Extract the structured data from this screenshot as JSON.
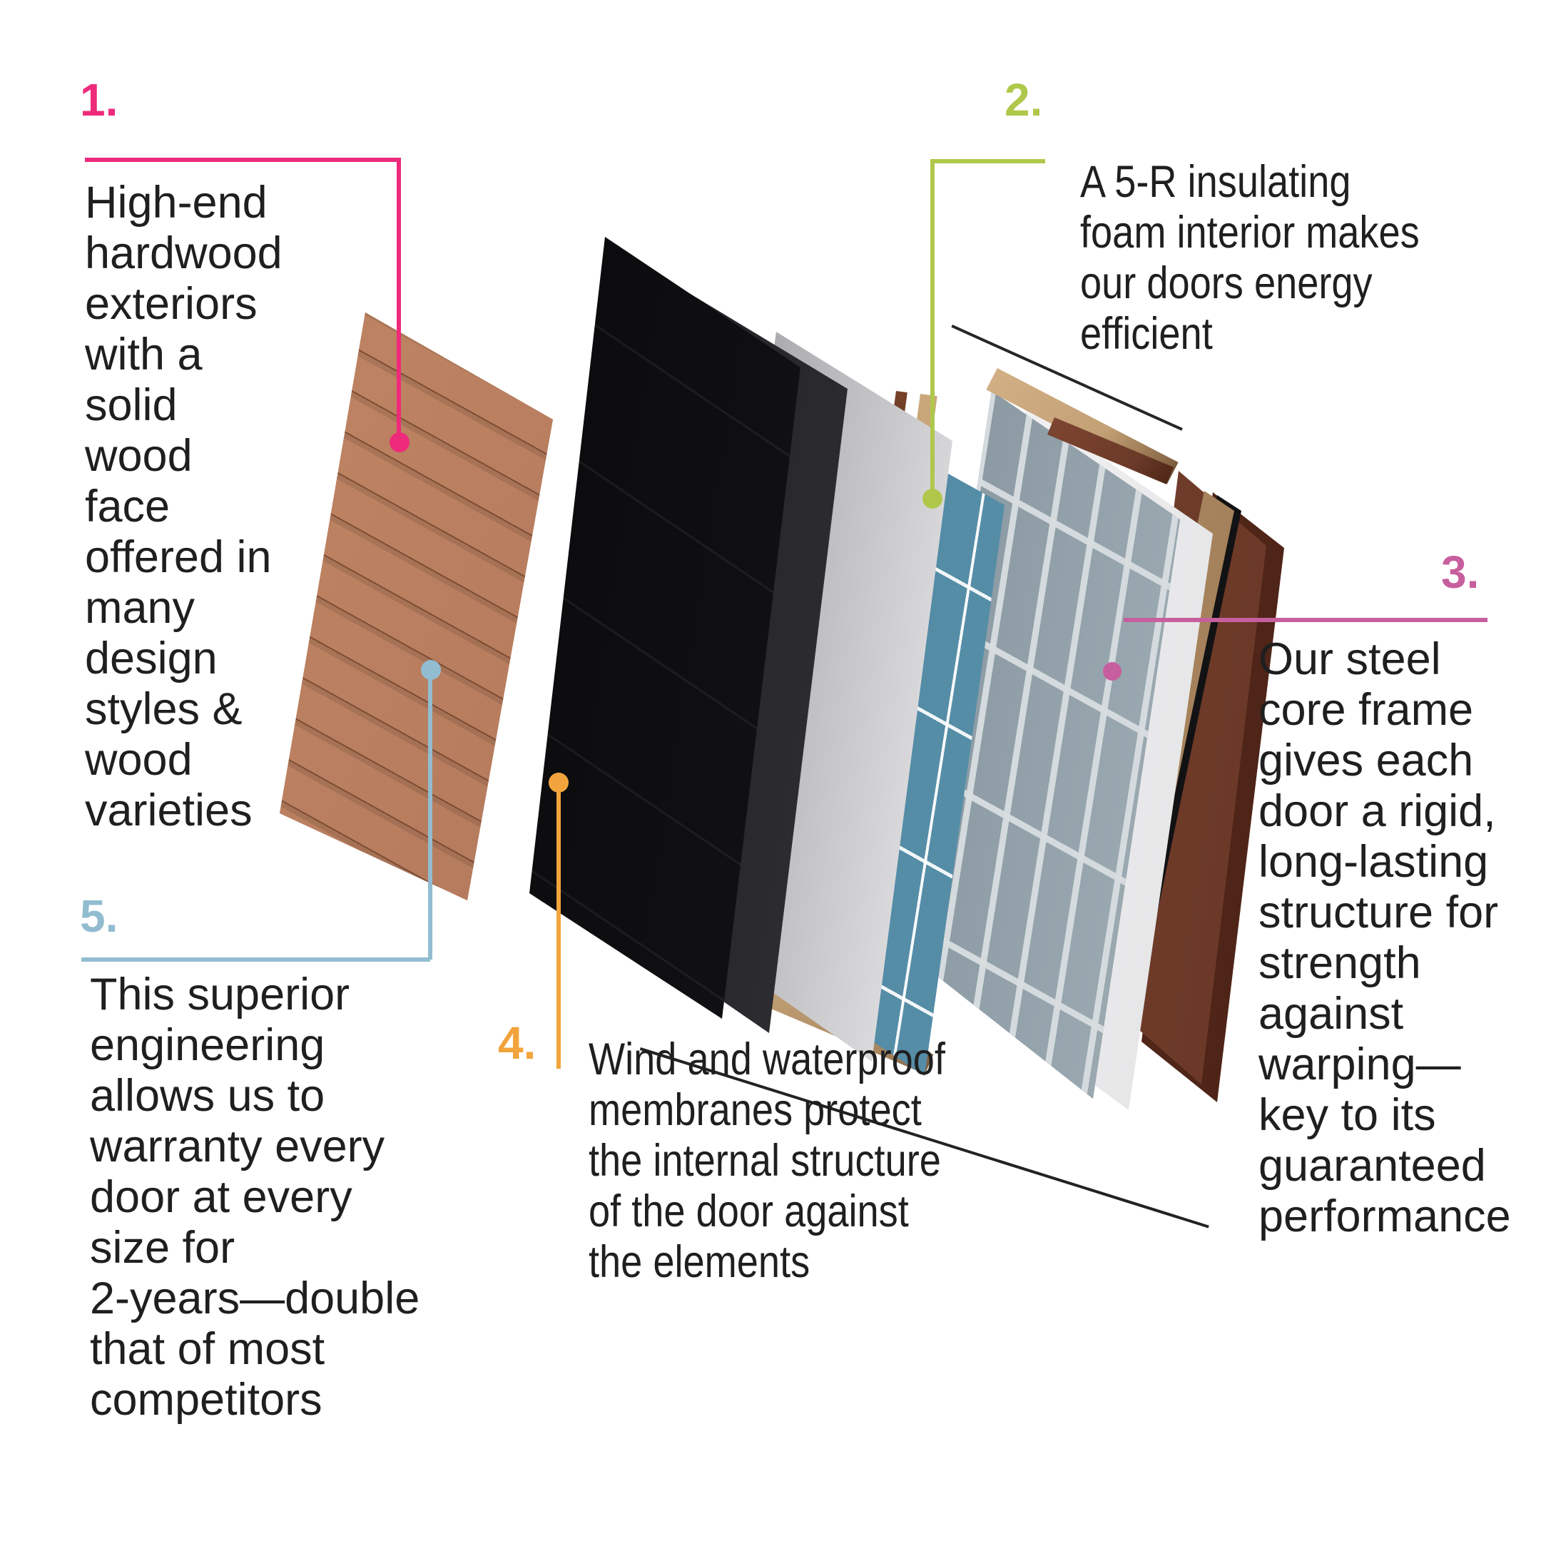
{
  "title_implicit": "Door construction exploded diagram",
  "annotations": [
    {
      "number": "1.",
      "color": "#ee2b7b",
      "text": "High-end\nhardwood\nexteriors\nwith a\nsolid\nwood\nface\noffered in\nmany\ndesign\nstyles &\nwood\nvarieties"
    },
    {
      "number": "2.",
      "color": "#afc84b",
      "text": "A 5-R insulating\nfoam interior makes\nour doors energy\nefficient"
    },
    {
      "number": "3.",
      "color": "#c75f9e",
      "text": "Our steel\ncore frame\ngives each\ndoor a rigid,\nlong-lasting\nstructure for\nstrength\nagainst\nwarping—\nkey to its\nguaranteed\nperformance"
    },
    {
      "number": "4.",
      "color": "#f2a43c",
      "text": "Wind and waterproof\nmembranes protect\nthe internal structure\nof the door against\nthe elements"
    },
    {
      "number": "5.",
      "color": "#92bcd0",
      "text": "This superior\nengineering\nallows us to\nwarranty every\ndoor at every\nsize for\n2-years—double\nthat of most\ncompetitors"
    }
  ],
  "diagram": {
    "type": "exploded-door-layers",
    "layers": [
      "hardwood exterior panel",
      "black waterproof membrane",
      "graphite membrane sheet",
      "silver metal sheet",
      "blue insulating foam grid",
      "steel core frame",
      "back metal sheet",
      "oak frame strips",
      "walnut back panels"
    ],
    "colors": {
      "wood": "#b47a5c",
      "membrane_black": "#131315",
      "membrane_graphite": "#3c3c41",
      "metal_silver": "#e8e8ea",
      "foam_blue": "#538ba5",
      "frame_steel": "#9fadb5",
      "oak": "#c7a279",
      "walnut": "#6b3a28",
      "text": "#1f1f1f",
      "background": "#ffffff"
    }
  }
}
